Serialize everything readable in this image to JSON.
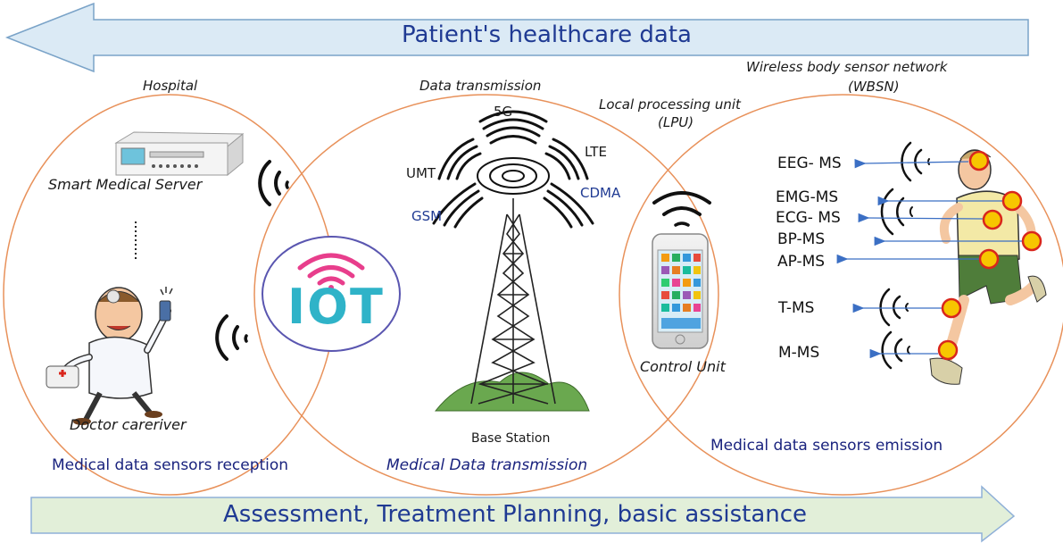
{
  "banners": {
    "top": "Patient's healthcare data",
    "bottom": "Assessment, Treatment Planning, basic assistance"
  },
  "hospital": {
    "title": "Hospital",
    "server_label": "Smart Medical Server",
    "doctor_label": "Doctor careriver",
    "footer": "Medical data sensors reception"
  },
  "transmission": {
    "title": "Data transmission",
    "networks": {
      "g5": "5G",
      "lte": "LTE",
      "umt": "UMT",
      "cdma": "CDMA",
      "gsm": "GSM"
    },
    "tower_label": "Base Station",
    "footer": "Medical Data transmission"
  },
  "iot": {
    "text": "IOT"
  },
  "lpu": {
    "title_line1": "Local processing unit",
    "title_line2": "(LPU)",
    "control_label": "Control Unit"
  },
  "wbsn": {
    "title_line1": "Wireless body sensor network",
    "title_line2": "(WBSN)",
    "footer": "Medical data sensors emission",
    "sensors": [
      "EEG- MS",
      "EMG-MS",
      "ECG- MS",
      "BP-MS",
      "AP-MS",
      "T-MS",
      "M-MS"
    ]
  },
  "colors": {
    "circle": "#e8915a",
    "top_arrow_fill": "#dbeaf5",
    "top_arrow_stroke": "#7aa3c8",
    "bottom_arrow_fill": "#e2efd9",
    "bottom_arrow_stroke": "#8fb0d8",
    "sensor_dot": "#f7c600",
    "sensor_ring": "#d9261c",
    "connector": "#3b6fc4"
  }
}
